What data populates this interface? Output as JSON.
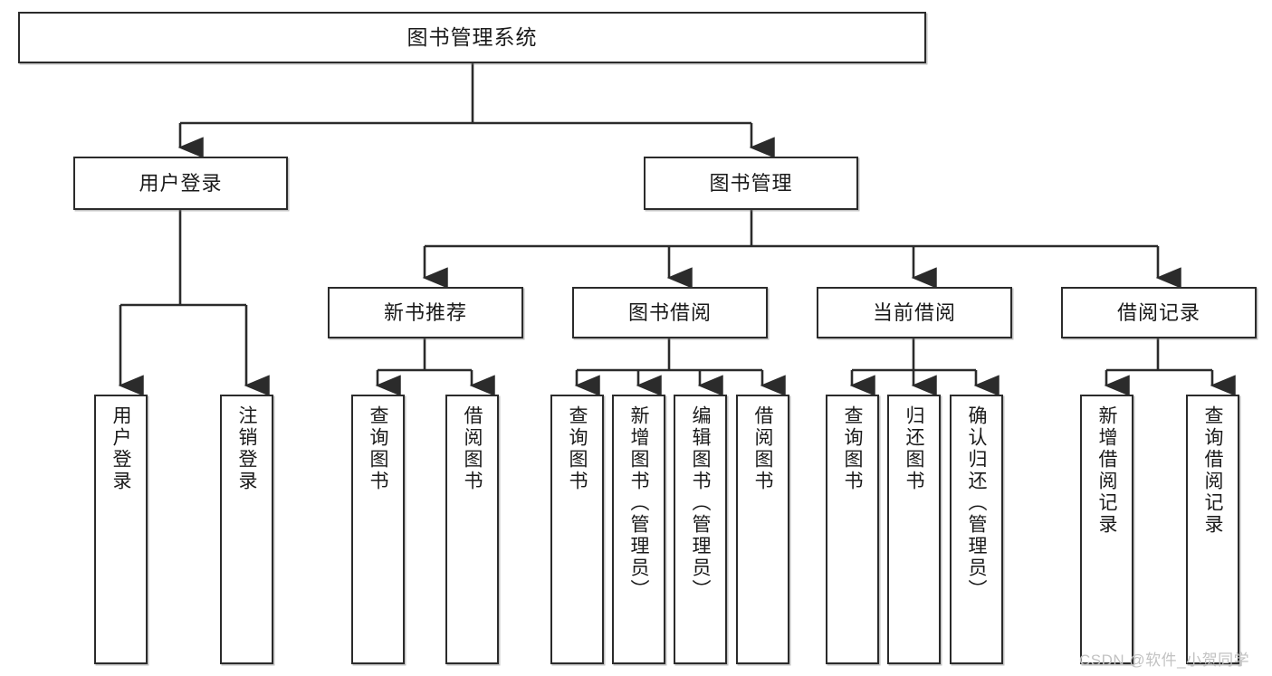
{
  "diagram": {
    "title": "图书管理系统",
    "type": "tree-hierarchy",
    "watermark": "CSDN @软件_小贺同学",
    "colors": {
      "stroke": "#2b2b2b",
      "fill": "#ffffff",
      "text": "#1a1a1a",
      "watermark": "#c2c2c2"
    }
  },
  "nodes": {
    "root": {
      "label": "图书管理系统"
    },
    "level2": [
      {
        "id": "user-login",
        "label": "用户登录"
      },
      {
        "id": "book-management",
        "label": "图书管理"
      }
    ],
    "level3": [
      {
        "id": "new-book-recommend",
        "label": "新书推荐"
      },
      {
        "id": "book-borrow",
        "label": "图书借阅"
      },
      {
        "id": "current-borrow",
        "label": "当前借阅"
      },
      {
        "id": "borrow-record",
        "label": "借阅记录"
      }
    ],
    "leaves": {
      "user-login": [
        {
          "id": "leaf-user-login",
          "label": "用户登录"
        },
        {
          "id": "leaf-logout",
          "label": "注销登录"
        }
      ],
      "new-book-recommend": [
        {
          "id": "leaf-query-book-1",
          "label": "查询图书"
        },
        {
          "id": "leaf-borrow-book-1",
          "label": "借阅图书"
        }
      ],
      "book-borrow": [
        {
          "id": "leaf-query-book-2",
          "label": "查询图书"
        },
        {
          "id": "leaf-add-book",
          "label": "新增图书（管理员）"
        },
        {
          "id": "leaf-edit-book",
          "label": "编辑图书（管理员）"
        },
        {
          "id": "leaf-borrow-book-2",
          "label": "借阅图书"
        }
      ],
      "current-borrow": [
        {
          "id": "leaf-query-book-3",
          "label": "查询图书"
        },
        {
          "id": "leaf-return-book",
          "label": "归还图书"
        },
        {
          "id": "leaf-confirm-return",
          "label": "确认归还（管理员）"
        }
      ],
      "borrow-record": [
        {
          "id": "leaf-add-record",
          "label": "新增借阅记录"
        },
        {
          "id": "leaf-query-record",
          "label": "查询借阅记录"
        }
      ]
    }
  }
}
